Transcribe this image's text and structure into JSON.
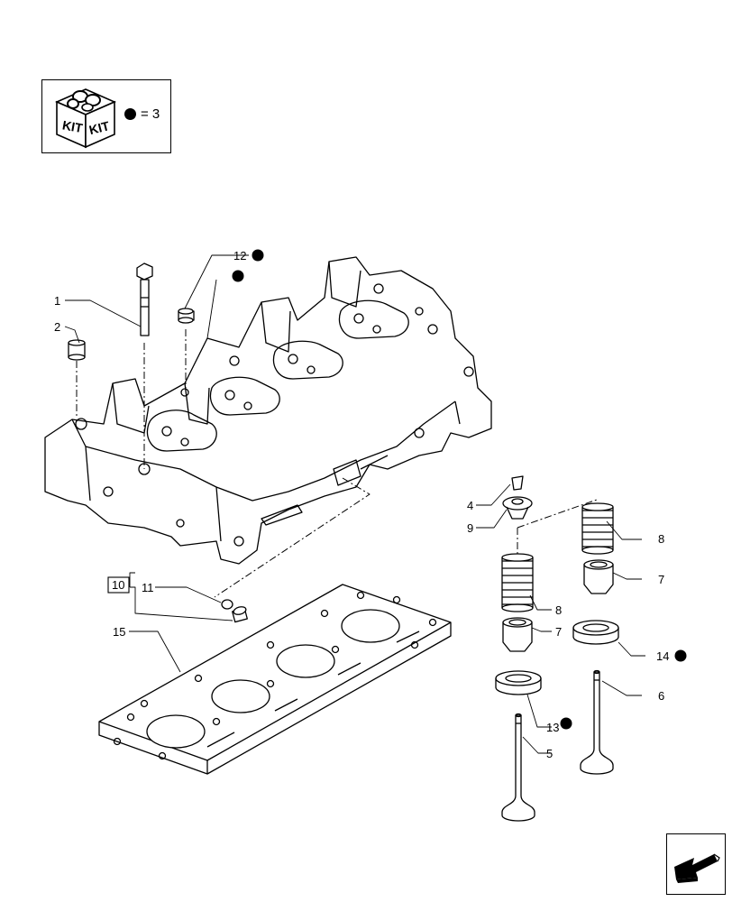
{
  "kit": {
    "icon": "kit-box-icon",
    "label_left": "KIT",
    "label_right": "KIT",
    "note": "= 3"
  },
  "callouts": {
    "c1": "1",
    "c2": "2",
    "c4": "4",
    "c5": "5",
    "c6": "6",
    "c7a": "7",
    "c7b": "7",
    "c8a": "8",
    "c8b": "8",
    "c9": "9",
    "c10": "10",
    "c11": "11",
    "c12": "12",
    "c13": "13",
    "c14": "14",
    "c15": "15"
  },
  "nav": {
    "icon": "next-page-arrow-icon"
  }
}
